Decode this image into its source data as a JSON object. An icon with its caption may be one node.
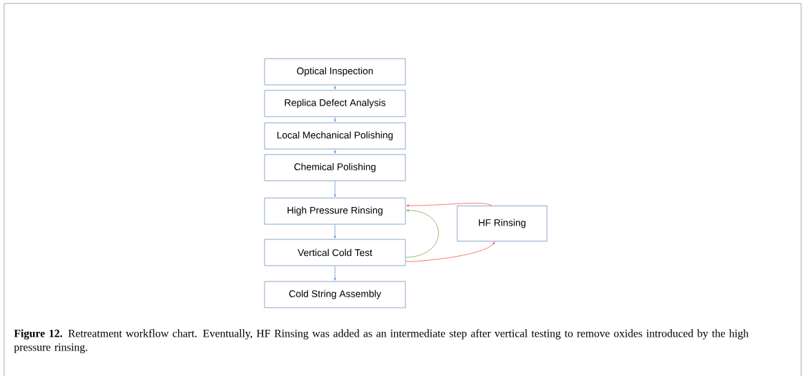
{
  "diagram": {
    "caption": "**Figure 12.** Retreatment workflow chart. Eventually, HF Rinsing was added as an intermediate step after vertical testing to remove oxides introduced by the high pressure rinsing.",
    "nodes": [
      {
        "text": [
          "Optical Inspection"
        ]
      },
      {
        "text": [
          "Replica Defect Analysis"
        ]
      },
      {
        "text": [
          "Local Mechanical Polishing"
        ]
      },
      {
        "text": [
          "Chemical Polishing"
        ]
      },
      {
        "text": [
          "High Pressure Rinsing"
        ]
      },
      {
        "text": [
          "Vertical Cold Test"
        ]
      },
      {
        "text": [
          "Cold String Assembly"
        ]
      },
      {
        "text": [
          "HF Rinsing"
        ]
      }
    ],
    "edges": [
      {
        "from": 0,
        "to": 1,
        "arrow": "to"
      },
      {
        "from": 1,
        "to": 2,
        "arrow": "to"
      },
      {
        "from": 2,
        "to": 3,
        "arrow": "to"
      },
      {
        "from": 3,
        "to": 4,
        "arrow": "to"
      },
      {
        "from": 4,
        "to": 5,
        "arrow": "to"
      },
      {
        "from": 5,
        "to": 6,
        "arrow": "to"
      },
      {
        "from": 5,
        "to": 4,
        "arrow": "to",
        "color": "#70ad47"
      },
      {
        "from": 5,
        "to": 7,
        "arrow": "to",
        "color": "#ff5050"
      },
      {
        "from": 7,
        "to": 4,
        "arrow": "to",
        "color": "#ff5050"
      }
    ]
  }
}
